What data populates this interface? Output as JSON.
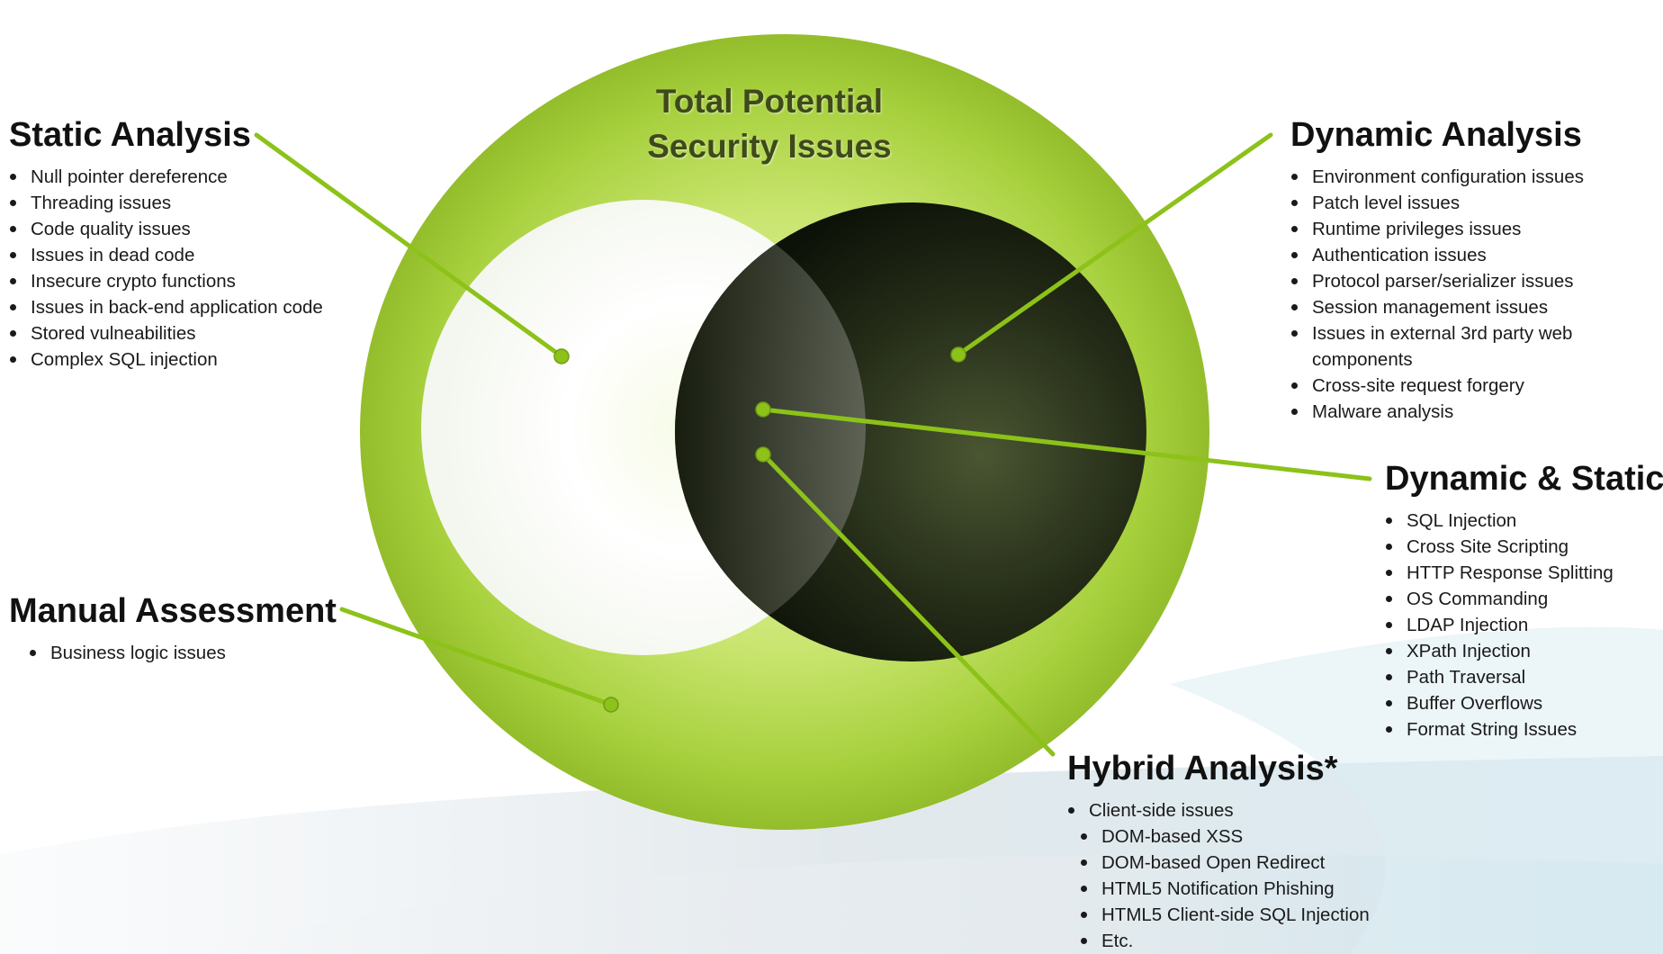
{
  "title": {
    "line1": "Total Potential",
    "line2": "Security Issues"
  },
  "groups": {
    "static": {
      "heading": "Static Analysis",
      "items": [
        "Null pointer dereference",
        "Threading issues",
        "Code quality issues",
        "Issues in dead code",
        "Insecure crypto functions",
        "Issues in back-end application code",
        "Stored vulneabilities",
        "Complex SQL injection"
      ]
    },
    "dynamic": {
      "heading": "Dynamic Analysis",
      "items": [
        "Environment configuration issues",
        "Patch level issues",
        "Runtime privileges issues",
        "Authentication issues",
        "Protocol parser/serializer issues",
        "Session management issues",
        "Issues in external 3rd party web components",
        "Cross-site request forgery",
        "Malware analysis"
      ]
    },
    "dynamic_static": {
      "heading": "Dynamic & Static",
      "items": [
        "SQL Injection",
        "Cross Site Scripting",
        "HTTP Response Splitting",
        "OS Commanding",
        "LDAP Injection",
        "XPath Injection",
        "Path Traversal",
        "Buffer Overflows",
        "Format String Issues"
      ]
    },
    "manual": {
      "heading": "Manual Assessment",
      "items": [
        "Business logic issues"
      ]
    },
    "hybrid": {
      "heading": "Hybrid Analysis*",
      "items": [
        "Client-side issues",
        "DOM-based XSS",
        "DOM-based Open Redirect",
        "HTML5 Notification Phishing",
        "HTML5 Client-side SQL Injection",
        "Etc."
      ]
    }
  },
  "colors": {
    "outer_circle": "#a6cf3b",
    "static_circle": "#ffffff",
    "dynamic_circle": "#1b2312",
    "connector": "#8cc219",
    "heading_text": "#111111",
    "title_text": "#3f4a1a"
  }
}
